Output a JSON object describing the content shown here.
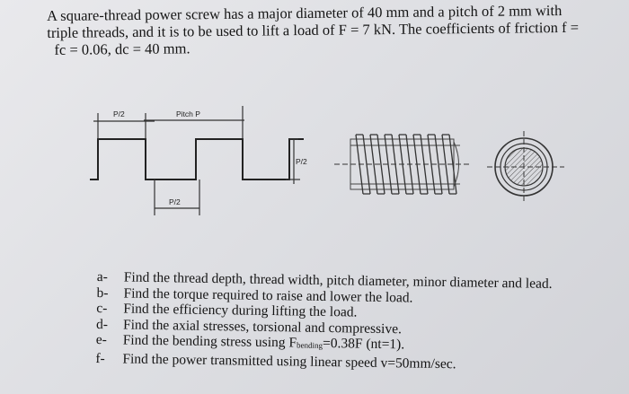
{
  "problem": {
    "line1": "A square-thread power screw has a major diameter of 40 mm and a pitch of 2 mm with",
    "line2": "triple threads, and it is to be used to lift a load of F = 7 kN. The coefficients of friction f =",
    "line3": "fc = 0.06,   dc = 40 mm."
  },
  "figure": {
    "label_p2_top": "P/2",
    "label_pitch": "Pitch P",
    "label_p2_right": "P/2",
    "label_p2_bottom": "P/2"
  },
  "tasks": [
    {
      "label": "a-",
      "text": "Find the thread depth, thread width, pitch diameter, minor diameter and lead."
    },
    {
      "label": "b-",
      "text": "Find the torque required to raise and lower the load."
    },
    {
      "label": "c-",
      "text": "Find the efficiency during lifting the load."
    },
    {
      "label": "d-",
      "text": "Find the axial stresses, torsional and compressive."
    },
    {
      "label": "e-",
      "text_before": "Find the bending stress using F",
      "subscript": "bending",
      "text_after": "=0.38F (nt=1)."
    },
    {
      "label": "f-",
      "text": "Find the power transmitted using linear speed v=50mm/sec."
    }
  ]
}
